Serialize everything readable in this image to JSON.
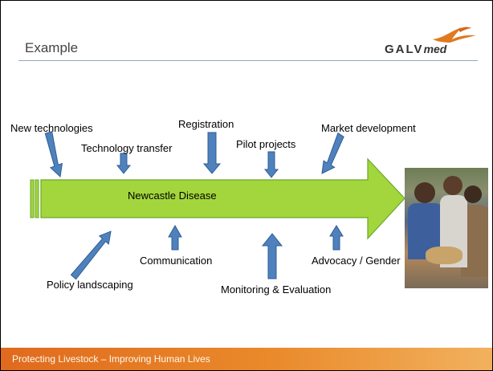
{
  "slide": {
    "title": "Example",
    "logo": {
      "main": "GALV",
      "sub": "med"
    },
    "footer": "Protecting Livestock – Improving Human Lives"
  },
  "diagram": {
    "center": "Newcastle Disease",
    "inputs_above": [
      "New technologies",
      "Technology transfer",
      "Registration",
      "Pilot projects",
      "Market development"
    ],
    "inputs_below": [
      "Policy landscaping",
      "Communication",
      "Monitoring & Evaluation",
      "Advocacy / Gender"
    ]
  },
  "colors": {
    "main_arrow_fill": "#a3d63c",
    "main_arrow_stroke": "#6aa82a",
    "input_arrow_fill": "#4f81bd",
    "input_arrow_stroke": "#2f5d95",
    "footer": "#e06a1e"
  }
}
